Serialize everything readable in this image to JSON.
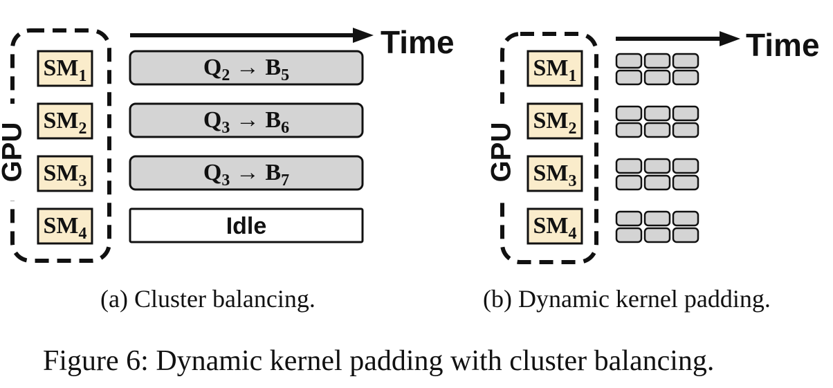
{
  "panel_a": {
    "gpu_label": "GPU",
    "time_label": "Time",
    "sms": [
      {
        "base": "SM",
        "sub": "1"
      },
      {
        "base": "SM",
        "sub": "2"
      },
      {
        "base": "SM",
        "sub": "3"
      },
      {
        "base": "SM",
        "sub": "4"
      }
    ],
    "tasks": [
      {
        "q": "Q",
        "q_sub": "2",
        "arrow": "→",
        "b": "B",
        "b_sub": "5",
        "state": "busy"
      },
      {
        "q": "Q",
        "q_sub": "3",
        "arrow": "→",
        "b": "B",
        "b_sub": "6",
        "state": "busy"
      },
      {
        "q": "Q",
        "q_sub": "3",
        "arrow": "→",
        "b": "B",
        "b_sub": "7",
        "state": "busy"
      },
      {
        "label": "Idle",
        "state": "idle"
      }
    ],
    "caption": "(a)  Cluster balancing."
  },
  "panel_b": {
    "gpu_label": "GPU",
    "time_label": "Time",
    "sms": [
      {
        "base": "SM",
        "sub": "1"
      },
      {
        "base": "SM",
        "sub": "2"
      },
      {
        "base": "SM",
        "sub": "3"
      },
      {
        "base": "SM",
        "sub": "4"
      }
    ],
    "caption": "(b)  Dynamic kernel padding."
  },
  "figure_caption": "Figure 6: Dynamic kernel padding with cluster balancing.",
  "colors": {
    "sm_fill": "#faeccb",
    "task_fill": "#d4d4d4",
    "idle_fill": "#ffffff",
    "stroke": "#111111"
  }
}
